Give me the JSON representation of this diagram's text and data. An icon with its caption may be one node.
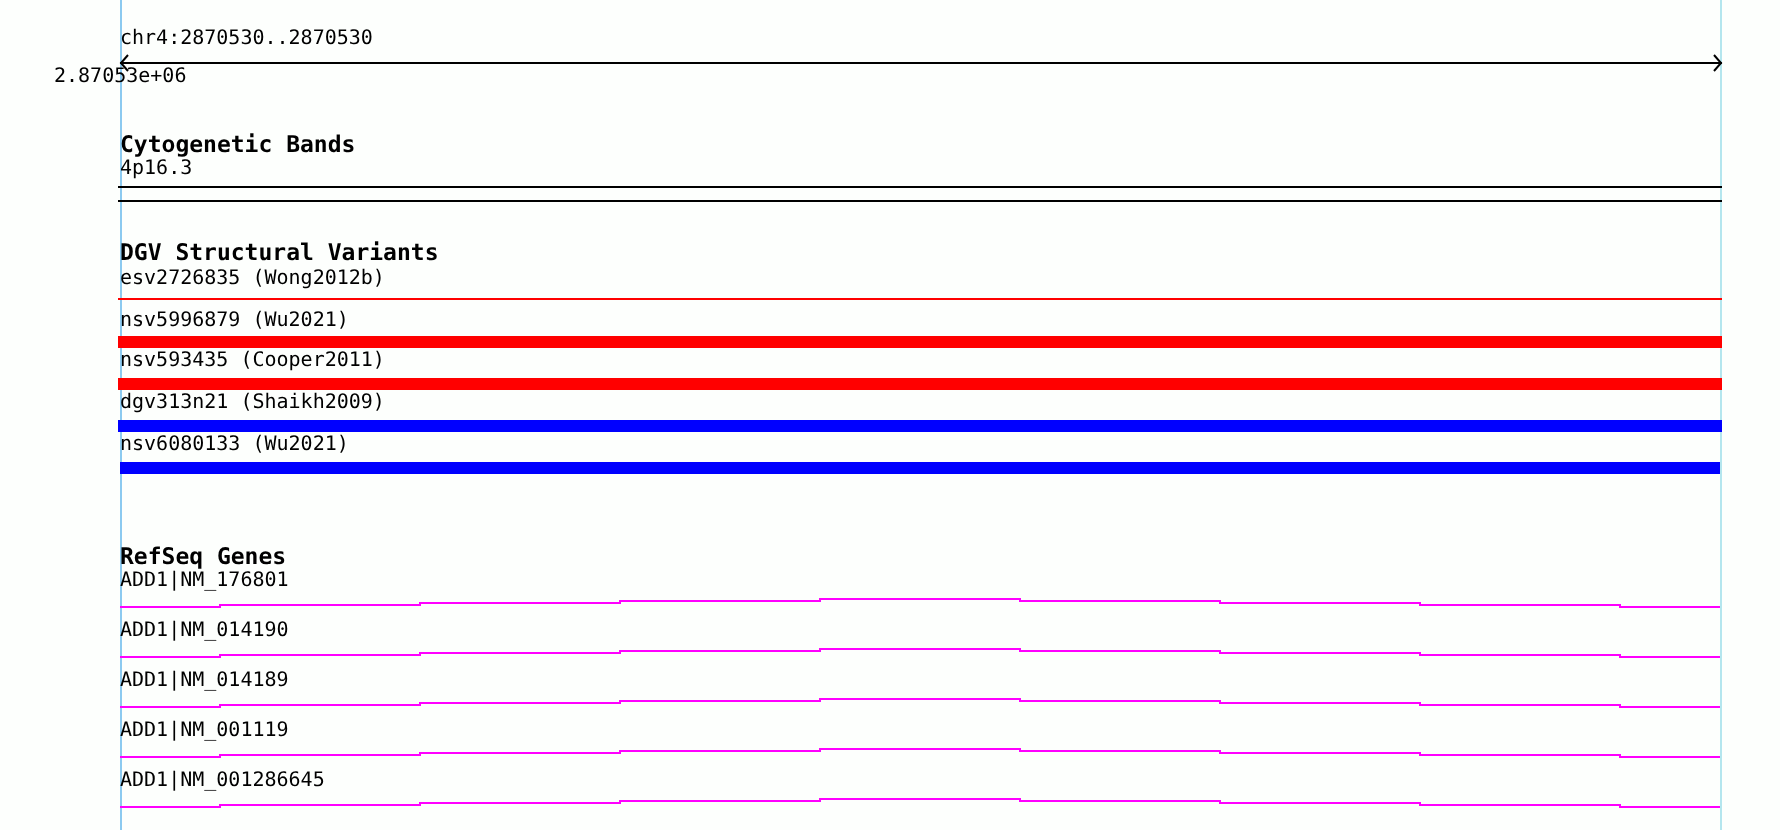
{
  "diagram": {
    "title": "chr4:2870530..2870530",
    "labels": [
      "2.87053e+06",
      "Cytogenetic Bands",
      "4p16.3",
      "DGV Structural Variants",
      "esv2726835 (Wong2012b)",
      "nsv5996879 (Wu2021)",
      "nsv593435 (Cooper2011)",
      "dgv313n21 (Shaikh2009)",
      "nsv6080133 (Wu2021)",
      "RefSeq Genes",
      "ADD1|NM_176801",
      "ADD1|NM_014190",
      "ADD1|NM_014189",
      "ADD1|NM_001119",
      "ADD1|NM_001286645"
    ]
  }
}
